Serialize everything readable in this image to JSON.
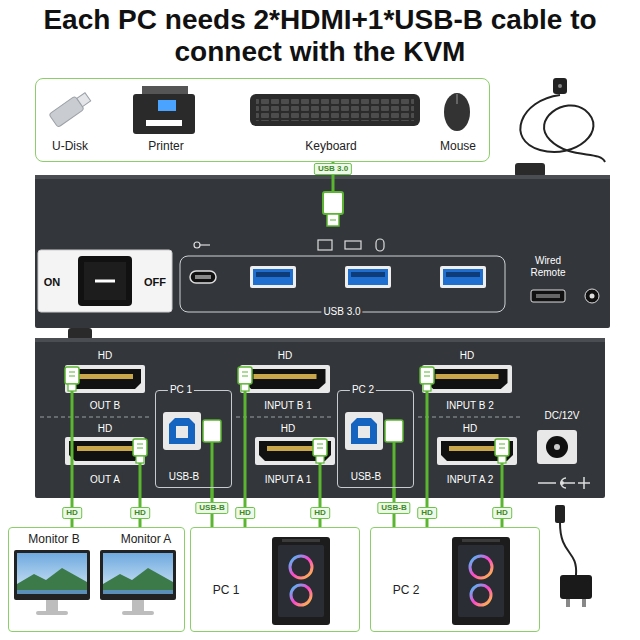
{
  "diagram": {
    "title": "Each PC needs 2*HDMI+1*USB-B cable to connect with the KVM",
    "nodes": [
      {
        "text": [
          "U-Disk",
          "Printer",
          "Keyboard",
          "Mouse"
        ]
      },
      {
        "text": [
          "ON",
          "OFF",
          "USB 3.0",
          "Wired Remote"
        ]
      },
      {
        "text": [
          "HD",
          "OUT B",
          "HD",
          "OUT A",
          "HD",
          "INPUT B 1",
          "HD",
          "INPUT A 1",
          "HD",
          "INPUT B 2",
          "HD",
          "INPUT A 2",
          "DC/12V"
        ]
      },
      {
        "text": [
          "PC 1",
          "USB-B"
        ],
        "in": 2
      },
      {
        "text": [
          "PC 2",
          "USB-B"
        ],
        "in": 2
      },
      {
        "text": [
          "Monitor B",
          "Monitor A"
        ]
      },
      {
        "text": [
          "PC 1"
        ]
      },
      {
        "text": [
          "PC 2"
        ]
      }
    ],
    "edges": [
      {
        "from": 0,
        "to": 1,
        "arrow": "none",
        "label": "USB 3.0"
      },
      {
        "from": 2,
        "to": 5,
        "arrow": "none",
        "label": "HD"
      },
      {
        "from": 2,
        "to": 5,
        "arrow": "none",
        "label": "HD"
      },
      {
        "from": 3,
        "to": 6,
        "arrow": "none",
        "label": "USB-B"
      },
      {
        "from": 2,
        "to": 6,
        "arrow": "none",
        "label": "HD"
      },
      {
        "from": 2,
        "to": 6,
        "arrow": "none",
        "label": "HD"
      },
      {
        "from": 4,
        "to": 7,
        "arrow": "none",
        "label": "USB-B"
      },
      {
        "from": 2,
        "to": 7,
        "arrow": "none",
        "label": "HD"
      },
      {
        "from": 2,
        "to": 7,
        "arrow": "none",
        "label": "HD"
      }
    ]
  }
}
